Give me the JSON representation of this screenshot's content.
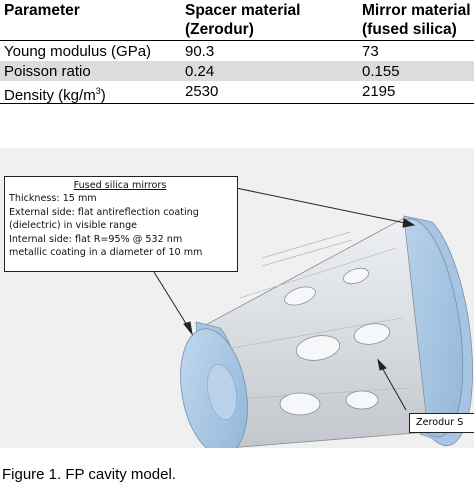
{
  "table": {
    "headers": [
      "Parameter",
      "Spacer material\n(Zerodur)",
      "Mirror material\n(fused silica)"
    ],
    "header_param": "Parameter",
    "header_spacer_l1": "Spacer material",
    "header_spacer_l2": "(Zerodur)",
    "header_mirror_l1": "Mirror material",
    "header_mirror_l2": "(fused silica)",
    "rows": [
      {
        "parameter": "Young modulus (GPa)",
        "spacer": "90.3",
        "mirror": "73"
      },
      {
        "parameter": "Poisson ratio",
        "spacer": "0.24",
        "mirror": "0.155"
      },
      {
        "parameter_prefix": "Density (kg/m",
        "parameter_sup": "3",
        "parameter_suffix": ")",
        "spacer": "2530",
        "mirror": "2195"
      }
    ]
  },
  "figure": {
    "callout": {
      "title": "Fused silica mirrors",
      "line1": "Thickness: 15 mm",
      "line2": "External side: flat antireflection coating",
      "line3": "(dielectric) in visible range",
      "line4": "Internal side: flat R=95% @ 532 nm",
      "line5": "metallic coating in a diameter of 10 mm"
    },
    "spacer_label": "Zerodur S",
    "colors": {
      "mirror": "#a9c8e6",
      "spacer": "#dcdee2",
      "background": "#f0f0f0"
    }
  },
  "caption": "Figure 1. FP cavity model."
}
